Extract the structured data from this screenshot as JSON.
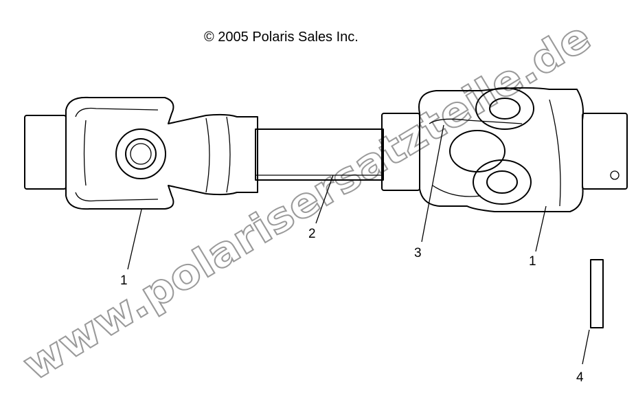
{
  "copyright": "© 2005 Polaris Sales Inc.",
  "watermark": "www.polarisersatzteile.de",
  "callouts": [
    {
      "id": "callout-1-left",
      "label": "1"
    },
    {
      "id": "callout-2",
      "label": "2"
    },
    {
      "id": "callout-3",
      "label": "3"
    },
    {
      "id": "callout-1-right",
      "label": "1"
    },
    {
      "id": "callout-4",
      "label": "4"
    }
  ],
  "colors": {
    "line": "#000000",
    "background": "#ffffff",
    "watermark": "#9a9a9a"
  }
}
